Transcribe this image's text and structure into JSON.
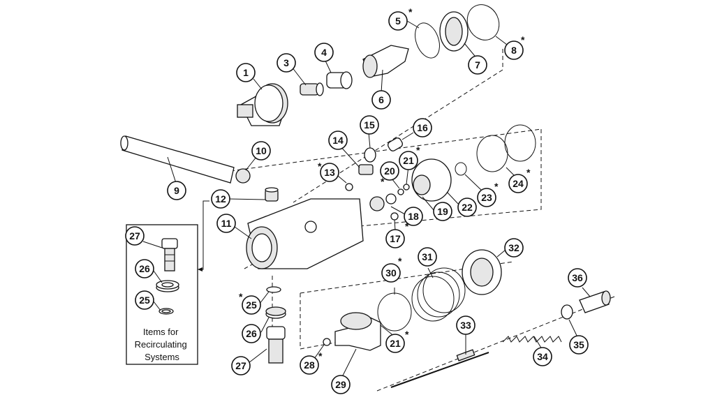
{
  "diagram": {
    "callouts": [
      {
        "id": "1",
        "label": "1",
        "star": false
      },
      {
        "id": "3",
        "label": "3",
        "star": false
      },
      {
        "id": "4",
        "label": "4",
        "star": false
      },
      {
        "id": "5",
        "label": "5",
        "star": true
      },
      {
        "id": "6",
        "label": "6",
        "star": false
      },
      {
        "id": "7",
        "label": "7",
        "star": false
      },
      {
        "id": "8",
        "label": "8",
        "star": true
      },
      {
        "id": "9",
        "label": "9",
        "star": false
      },
      {
        "id": "10",
        "label": "10",
        "star": false
      },
      {
        "id": "11",
        "label": "11",
        "star": false
      },
      {
        "id": "12",
        "label": "12",
        "star": false
      },
      {
        "id": "13",
        "label": "13",
        "star": true
      },
      {
        "id": "14",
        "label": "14",
        "star": false
      },
      {
        "id": "15",
        "label": "15",
        "star": false
      },
      {
        "id": "16",
        "label": "16",
        "star": false
      },
      {
        "id": "17",
        "label": "17",
        "star": true
      },
      {
        "id": "18",
        "label": "18",
        "star": false
      },
      {
        "id": "19",
        "label": "19",
        "star": false
      },
      {
        "id": "20",
        "label": "20",
        "star": true
      },
      {
        "id": "21a",
        "label": "21",
        "star": true
      },
      {
        "id": "21b",
        "label": "21",
        "star": true
      },
      {
        "id": "22",
        "label": "22",
        "star": false
      },
      {
        "id": "23",
        "label": "23",
        "star": true
      },
      {
        "id": "24",
        "label": "24",
        "star": true
      },
      {
        "id": "25a",
        "label": "25",
        "star": false
      },
      {
        "id": "25b",
        "label": "25",
        "star": true
      },
      {
        "id": "26a",
        "label": "26",
        "star": false
      },
      {
        "id": "26b",
        "label": "26",
        "star": false
      },
      {
        "id": "27a",
        "label": "27",
        "star": false
      },
      {
        "id": "27b",
        "label": "27",
        "star": false
      },
      {
        "id": "28",
        "label": "28",
        "star": true
      },
      {
        "id": "29",
        "label": "29",
        "star": false
      },
      {
        "id": "30",
        "label": "30",
        "star": true
      },
      {
        "id": "31",
        "label": "31",
        "star": false
      },
      {
        "id": "32",
        "label": "32",
        "star": false
      },
      {
        "id": "33",
        "label": "33",
        "star": false
      },
      {
        "id": "34",
        "label": "34",
        "star": false
      },
      {
        "id": "35",
        "label": "35",
        "star": false
      },
      {
        "id": "36",
        "label": "36",
        "star": false
      }
    ],
    "star_symbol": "*",
    "recirculating_box": {
      "line1": "Items for",
      "line2": "Recirculating",
      "line3": "Systems"
    }
  }
}
